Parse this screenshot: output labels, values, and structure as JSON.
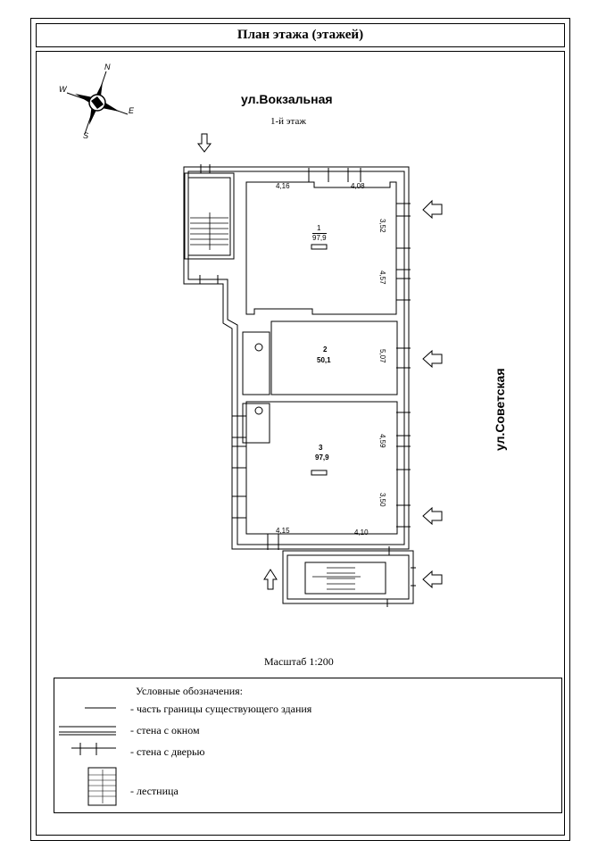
{
  "header": {
    "title": "План этажа (этажей)"
  },
  "plan": {
    "street_top": "ул.Вокзальная",
    "floor_label": "1-й этаж",
    "street_right": "ул.Советская",
    "compass": {
      "n": "N",
      "e": "E",
      "s": "S",
      "w": "W"
    },
    "rooms": [
      {
        "number": "1",
        "area": "97,9"
      },
      {
        "number": "2",
        "area": "50,1"
      },
      {
        "number": "3",
        "area": "97,9"
      }
    ],
    "dimensions": {
      "r1_top_left": "4,16",
      "r1_top_right": "4,08",
      "r1_right_a": "3,52",
      "r1_right_b": "4,57",
      "r2_right": "5,07",
      "r3_right_a": "4,59",
      "r3_right_b": "3,50",
      "r3_bottom_left": "4,15",
      "r3_bottom_right": "4,10"
    },
    "scale": "Масштаб 1:200"
  },
  "legend": {
    "title": "Условные обозначения:",
    "items": [
      "- часть границы существующего здания",
      "- стена с окном",
      "- стена с дверью",
      "- лестница"
    ]
  }
}
